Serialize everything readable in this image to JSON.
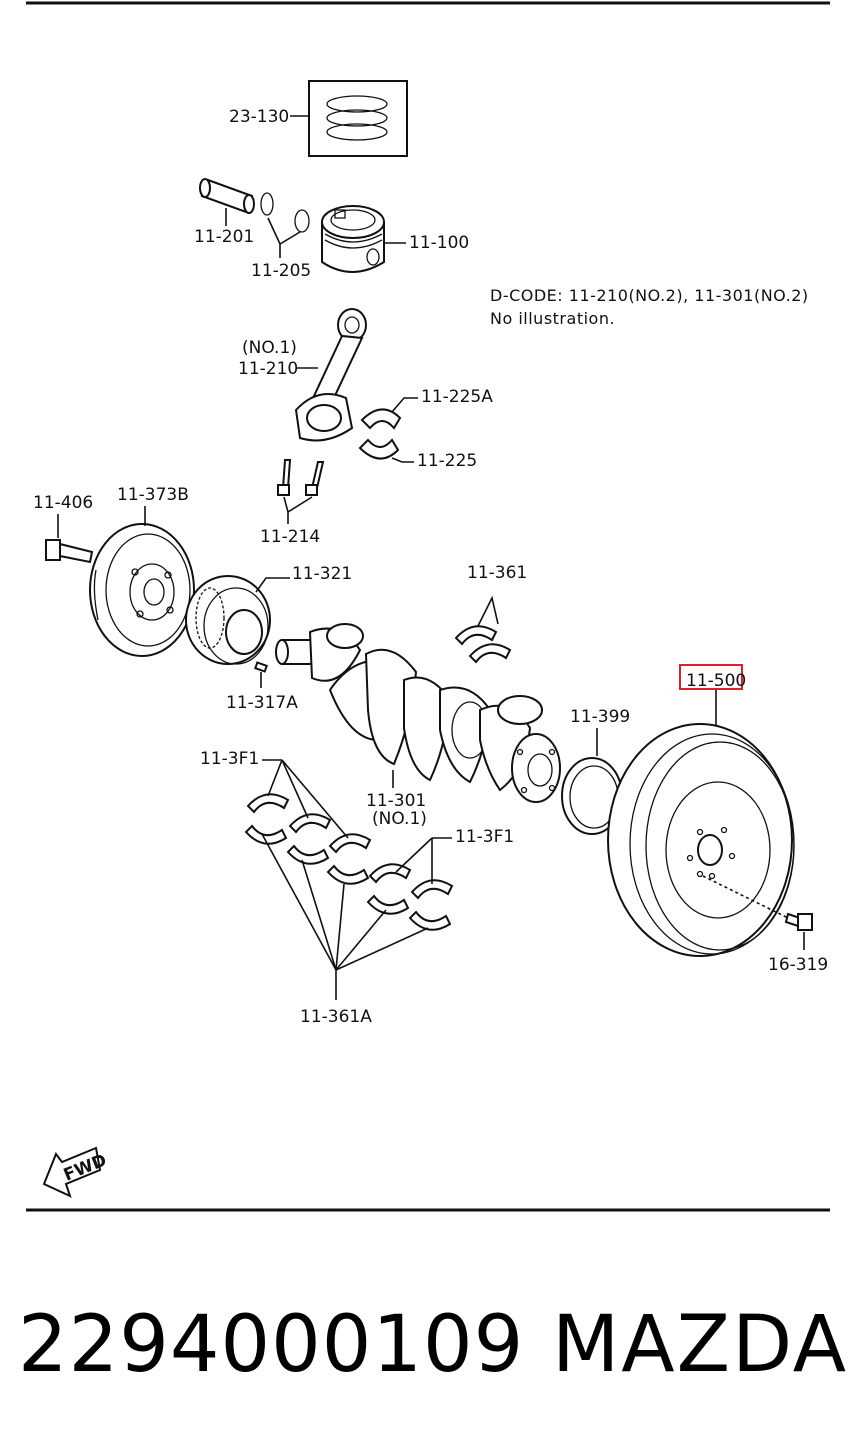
{
  "labels": {
    "l23130": "23-130",
    "l11201": "11-201",
    "l11205": "11-205",
    "l11100": "11-100",
    "no1_a": "(NO.1)",
    "l11210": "11-210",
    "l11225a": "11-225A",
    "l11225": "11-225",
    "l11406": "11-406",
    "l11373b": "11-373B",
    "l11214": "11-214",
    "l11321": "11-321",
    "l11361": "11-361",
    "l11317a": "11-317A",
    "l11500": "11-500",
    "l11399": "11-399",
    "l113f1_a": "11-3F1",
    "l11301": "11-301",
    "no1_b": "(NO.1)",
    "l113f1_b": "11-3F1",
    "l16319": "16-319",
    "l11361a": "11-361A",
    "fwd": "FWD"
  },
  "note": {
    "line1": "D-CODE: 11-210(NO.2), 11-301(NO.2)",
    "line2": "No illustration."
  },
  "highlight_color": "#e0202e",
  "footer": {
    "part_number": "2294000109",
    "brand": "MAZDA"
  }
}
